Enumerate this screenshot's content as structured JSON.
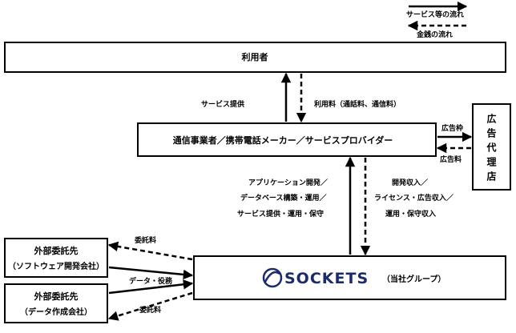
{
  "legend": {
    "service_flow": "サービス等の流れ",
    "money_flow": "金銭の流れ"
  },
  "boxes": {
    "users": "利用者",
    "carriers": "通信事業者／携帯電話メーカー／サービスプロバイダー",
    "ad_agency": "広告代理店",
    "company_brand": "SOCKETS",
    "company_suffix": "（当社グループ）",
    "outsource_1_line1": "外部委託先",
    "outsource_1_line2": "（ソフトウェア開発会社）",
    "outsource_2_line1": "外部委託先",
    "outsource_2_line2": "（データ作成会社）"
  },
  "labels": {
    "service_provision": "サービス提供",
    "usage_fee": "利用料（通話料、通信料）",
    "ad_slot": "広告枠",
    "ad_fee": "広告料",
    "dev_line1": "アプリケーション開発／",
    "dev_line2": "データベース構築・運用／",
    "dev_line3": "サービス提供・運用・保守",
    "rev_line1": "開発収入／",
    "rev_line2": "ライセンス・広告収入／",
    "rev_line3": "運用・保守収入",
    "commission_fee_top": "委託料",
    "data_service": "データ・役務",
    "commission_fee_bottom": "委託料"
  },
  "colors": {
    "line": "#000000",
    "brand": "#1d2b6b"
  }
}
